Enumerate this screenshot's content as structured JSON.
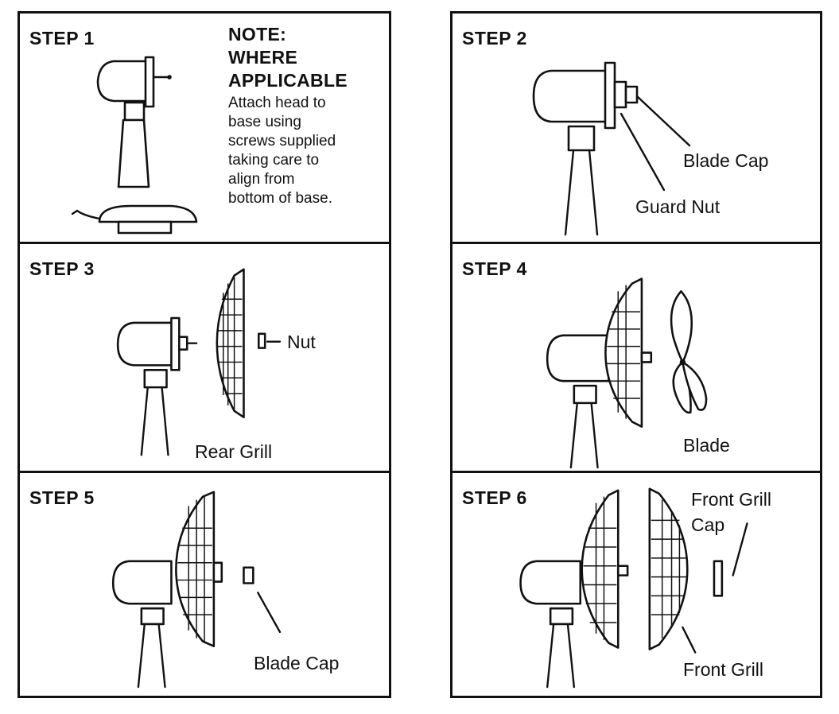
{
  "steps": [
    {
      "title": "STEP 1",
      "note": {
        "head": [
          "NOTE:",
          "WHERE",
          "APPLICABLE"
        ],
        "body": [
          "Attach head to",
          "base using",
          "screws supplied",
          "taking care to",
          "align from",
          "bottom of base."
        ]
      }
    },
    {
      "title": "STEP 2",
      "labels": [
        "Blade Cap",
        "Guard Nut"
      ]
    },
    {
      "title": "STEP 3",
      "labels": [
        "Nut",
        "Rear Grill"
      ]
    },
    {
      "title": "STEP 4",
      "labels": [
        "Blade"
      ]
    },
    {
      "title": "STEP 5",
      "labels": [
        "Blade Cap"
      ]
    },
    {
      "title": "STEP 6",
      "labels": [
        "Front Grill",
        "Cap",
        "Front Grill"
      ]
    }
  ]
}
